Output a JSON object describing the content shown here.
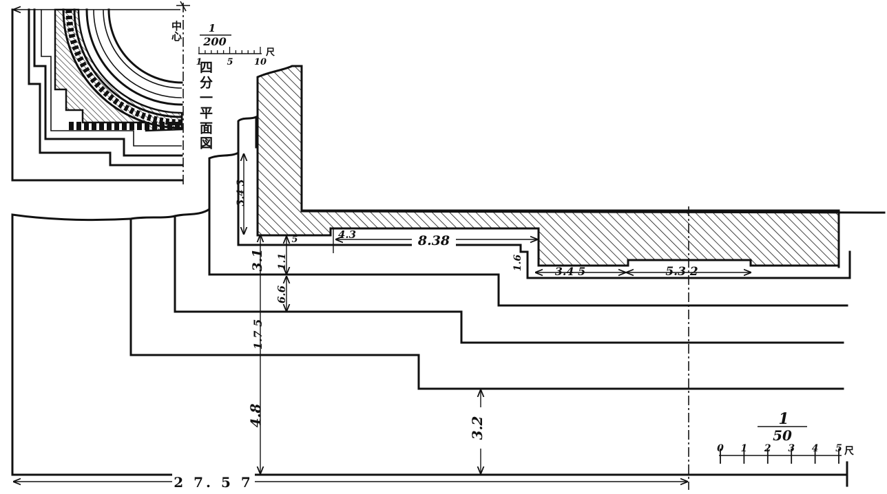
{
  "plan_view": {
    "center_label": "中心",
    "caption": "四分一平面図",
    "scale": {
      "numerator": "1",
      "denominator": "200",
      "ticks": [
        "1",
        "5",
        "10"
      ],
      "unit": "尺"
    }
  },
  "section_view": {
    "dimensions": {
      "total_width": "2 7. 5 7",
      "top_wall_height": "3.4 3",
      "slab_step": "4.3",
      "slab_length": "8.38",
      "small_drop": "1.6",
      "recess_a": "3.4 5",
      "recess_b": "5.3 2",
      "step_1": "3.1",
      "step_small": "1.1",
      "step_small_b": "5",
      "step_2": "6.6",
      "step_3": "1.7 5",
      "step_4": "4.8",
      "right_height": "3.2"
    },
    "scale": {
      "numerator": "1",
      "denominator": "50",
      "ticks": [
        "0",
        "1",
        "2",
        "3",
        "4",
        "5"
      ],
      "unit": "尺"
    }
  }
}
